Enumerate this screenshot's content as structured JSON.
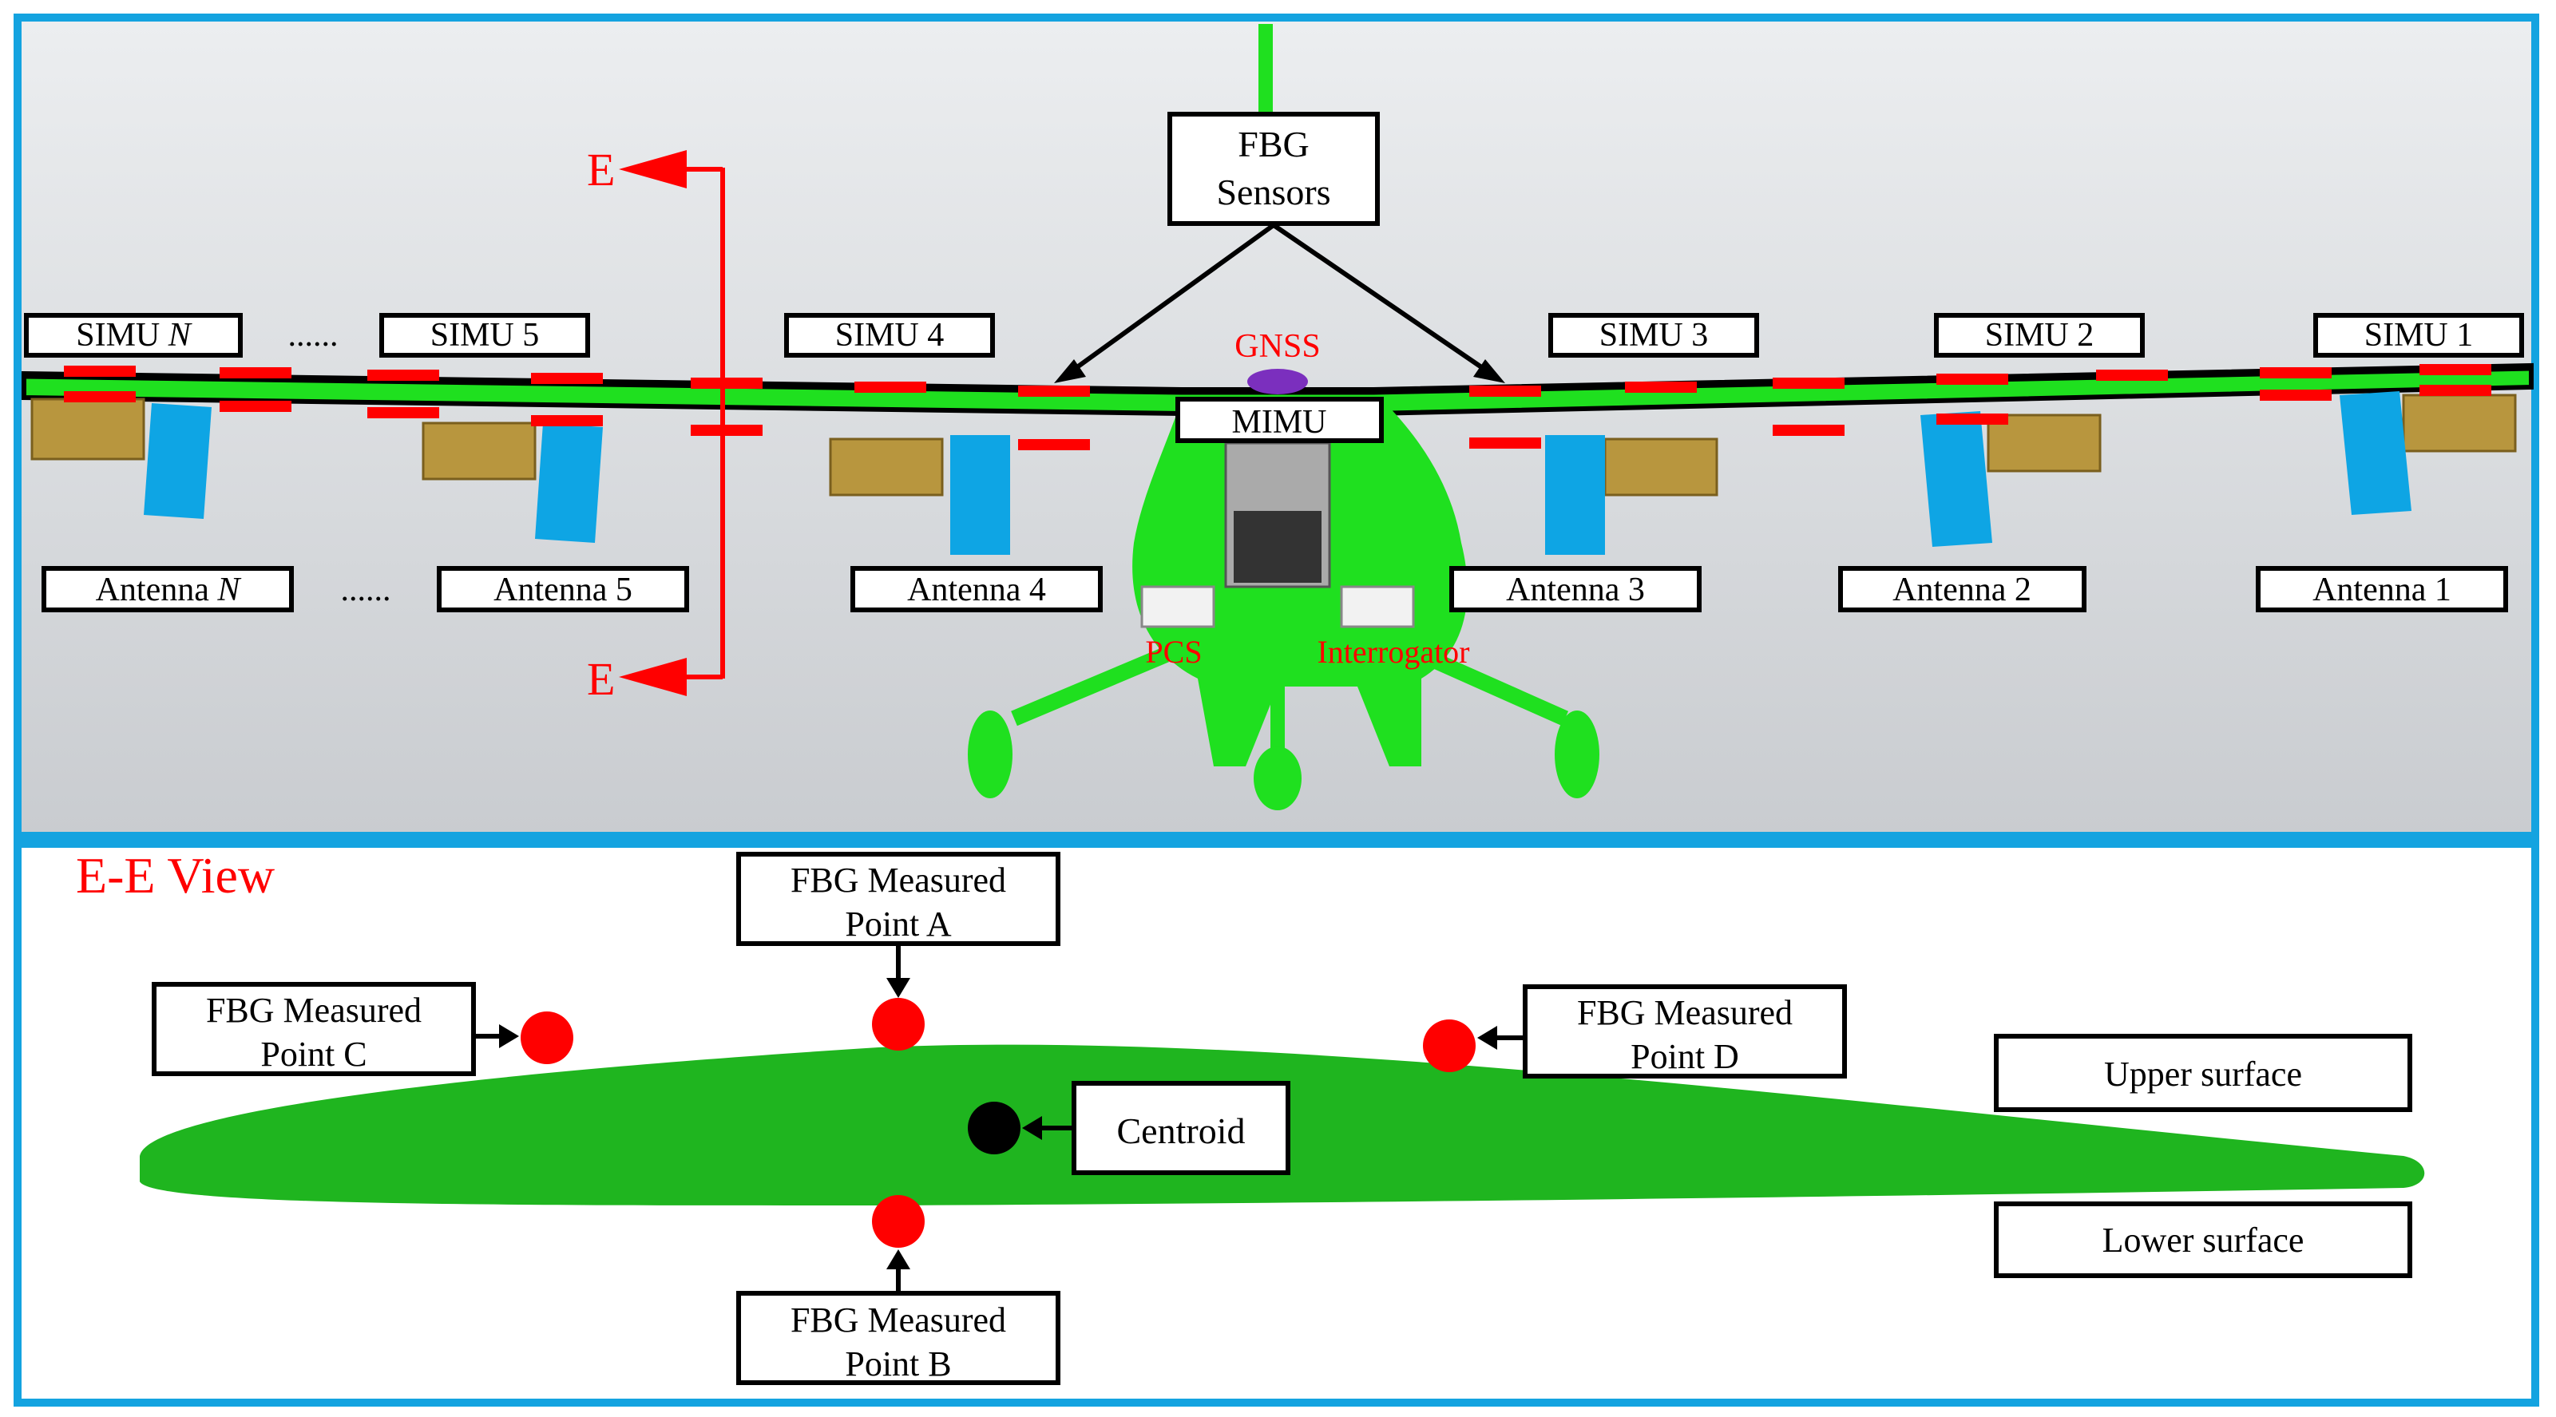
{
  "top_panel": {
    "fbg_sensors": [
      "FBG",
      "Sensors"
    ],
    "gnss": "GNSS",
    "mimu": "MIMU",
    "pcs": "PCS",
    "interrogator": "Interrogator",
    "section_mark": "E",
    "simu_labels": {
      "n_prefix": "SIMU ",
      "n_suffix": "N",
      "s5": "SIMU 5",
      "s4": "SIMU 4",
      "s3": "SIMU 3",
      "s2": "SIMU 2",
      "s1": "SIMU 1"
    },
    "antenna_labels": {
      "n_prefix": "Antenna ",
      "n_suffix": "N",
      "a5": "Antenna 5",
      "a4": "Antenna 4",
      "a3": "Antenna 3",
      "a2": "Antenna 2",
      "a1": "Antenna 1"
    },
    "ellipsis": "......"
  },
  "bottom_panel": {
    "view_title": "E-E View",
    "point_a": [
      "FBG Measured",
      "Point A"
    ],
    "point_b": [
      "FBG Measured",
      "Point B"
    ],
    "point_c": [
      "FBG Measured",
      "Point C"
    ],
    "point_d": [
      "FBG Measured",
      "Point D"
    ],
    "centroid": "Centroid",
    "upper_surface": "Upper surface",
    "lower_surface": "Lower surface"
  },
  "colors": {
    "frame": "#14a3e0",
    "wing": "#1fe01f",
    "marker": "#ff0000",
    "gnss_antenna": "#7b2fbe",
    "antenna_panel": "#0ea5e4",
    "simu_box": "#b8963e"
  }
}
